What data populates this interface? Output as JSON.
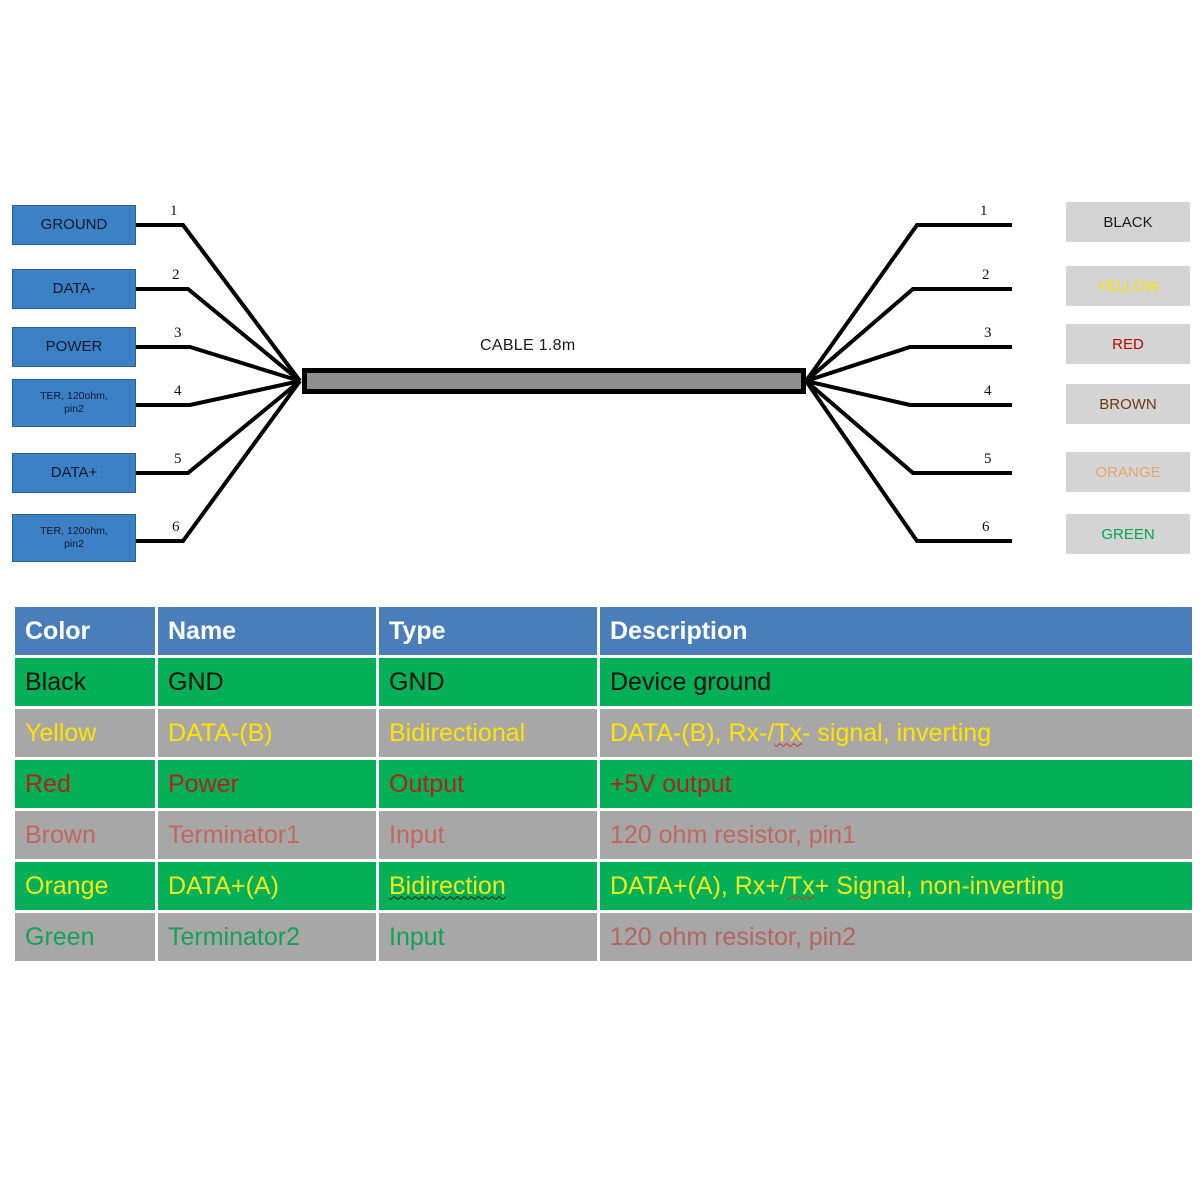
{
  "diagram": {
    "cable_label": "CABLE 1.8m",
    "left_nodes": [
      {
        "label": "GROUND",
        "pin": "1"
      },
      {
        "label": "DATA-",
        "pin": "2"
      },
      {
        "label": "POWER",
        "pin": "3"
      },
      {
        "label": "TER, 120ohm, pin2",
        "pin": "4"
      },
      {
        "label": "DATA+",
        "pin": "5"
      },
      {
        "label": "TER, 120ohm, pin2",
        "pin": "6"
      }
    ],
    "right_nodes": [
      {
        "label": "BLACK",
        "pin": "1",
        "color": "#1a1a1a"
      },
      {
        "label": "YELLOW",
        "pin": "2",
        "color": "#f2e600"
      },
      {
        "label": "RED",
        "pin": "3",
        "color": "#c00000"
      },
      {
        "label": "BROWN",
        "pin": "4",
        "color": "#6b3a10"
      },
      {
        "label": "ORANGE",
        "pin": "5",
        "color": "#e8a36a"
      },
      {
        "label": "GREEN",
        "pin": "6",
        "color": "#00a64f"
      }
    ]
  },
  "table": {
    "headers": [
      "Color",
      "Name",
      "Type",
      "Description"
    ],
    "rows": [
      {
        "cells": [
          "Black",
          "GND",
          "GND",
          "Device ground"
        ],
        "bg": "green",
        "text_color": "#111111"
      },
      {
        "cells": [
          "Yellow",
          "DATA-(B)",
          "Bidirectional",
          "DATA-(B), Rx-/Tx- signal, inverting"
        ],
        "bg": "grey",
        "text_color": "#ffe400"
      },
      {
        "cells": [
          "Red",
          "Power",
          "Output",
          "+5V output"
        ],
        "bg": "green",
        "text_color": "#b02418"
      },
      {
        "cells": [
          "Brown",
          "Terminator1",
          "Input",
          "120 ohm resistor, pin1"
        ],
        "bg": "grey",
        "text_color": "#c0685e"
      },
      {
        "cells": [
          "Orange",
          "DATA+(A)",
          "Bidirection",
          "DATA+(A), Rx+/Tx+ Signal, non-inverting"
        ],
        "bg": "green",
        "text_color": "#f2ea1c"
      },
      {
        "cells": [
          "Green",
          "Terminator2",
          "Input",
          "120 ohm resistor, pin2"
        ],
        "bg": "grey",
        "text_color": "#17a05a",
        "desc_color": "#b3665e"
      }
    ]
  },
  "colors": {
    "node_blue": "#3c80c6",
    "header_blue": "#4a7ebb",
    "row_green": "#04b057",
    "row_grey": "#a7a7a7",
    "right_box_grey": "#d4d4d4",
    "cable_grey": "#8f8f8f"
  }
}
